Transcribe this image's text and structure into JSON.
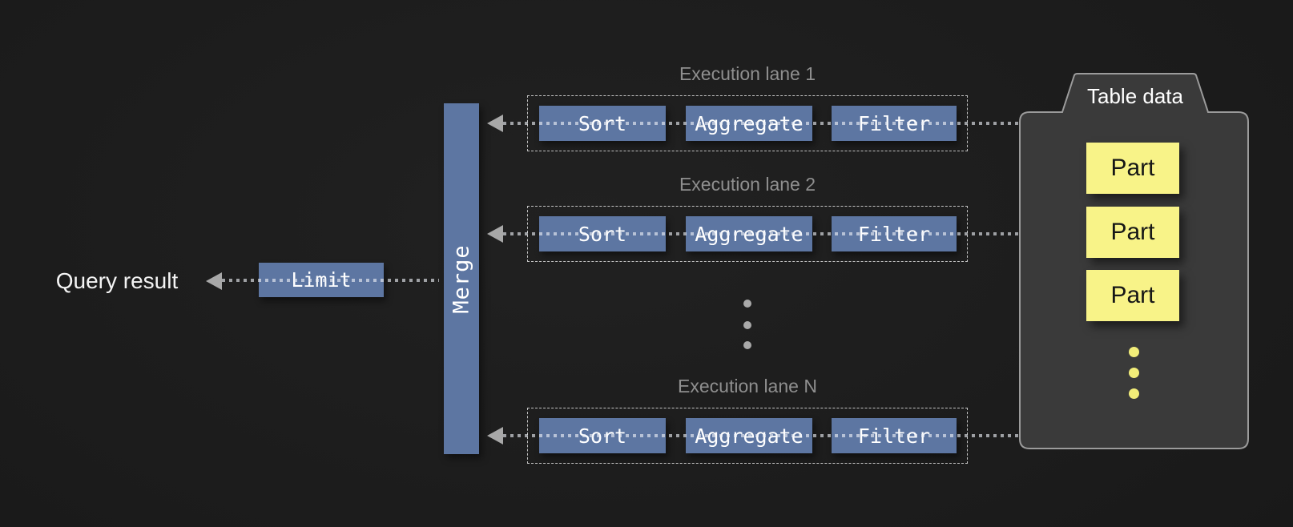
{
  "diagram": {
    "query_result_label": "Query result",
    "limit_label": "Limit",
    "merge_label": "Merge",
    "lanes": [
      {
        "title": "Execution lane 1",
        "operators": [
          "Sort",
          "Aggregate",
          "Filter"
        ]
      },
      {
        "title": "Execution lane 2",
        "operators": [
          "Sort",
          "Aggregate",
          "Filter"
        ]
      },
      {
        "title": "Execution lane N",
        "operators": [
          "Sort",
          "Aggregate",
          "Filter"
        ]
      }
    ],
    "table_data": {
      "title": "Table data",
      "parts": [
        "Part",
        "Part",
        "Part"
      ]
    },
    "colors": {
      "background": "#1a1a1a",
      "operator_blue": "#5d76a2",
      "part_yellow": "#f8f388",
      "container_fill": "#3a3a3a",
      "container_stroke": "#9b9b9b",
      "line_gray": "#a8a8a8",
      "lane_title_gray": "#8f8f8f"
    }
  }
}
